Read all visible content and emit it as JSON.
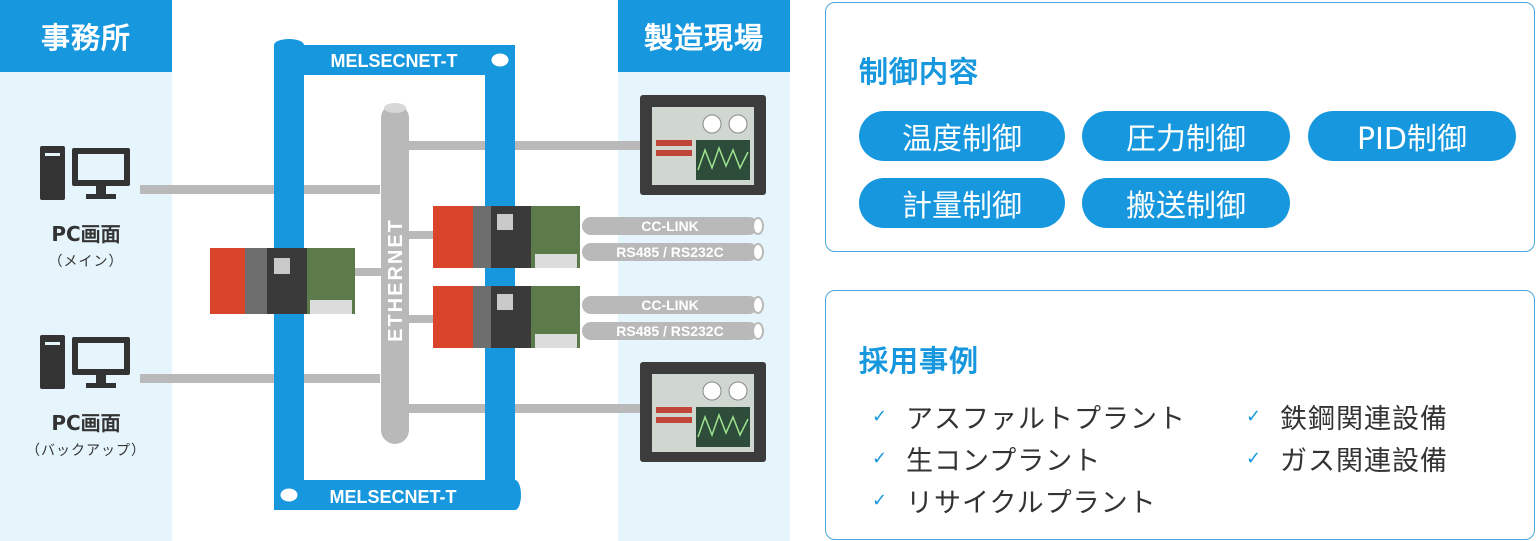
{
  "office": {
    "title": "事務所",
    "pcs": [
      {
        "label": "PC画面",
        "sub": "（メイン）"
      },
      {
        "label": "PC画面",
        "sub": "（バックアップ）"
      }
    ]
  },
  "field": {
    "title": "製造現場"
  },
  "network": {
    "melsecnet_top": "MELSECNET-T",
    "melsecnet_bottom": "MELSECNET-T",
    "ethernet": "ETHERNET",
    "cclink_1": "CC-LINK",
    "rs_1": "RS485 / RS232C",
    "cclink_2": "CC-LINK",
    "rs_2": "RS485 / RS232C"
  },
  "control": {
    "title": "制御内容",
    "items": [
      "温度制御",
      "圧力制御",
      "PID制御",
      "計量制御",
      "搬送制御"
    ]
  },
  "cases": {
    "title": "採用事例",
    "left": [
      "アスファルトプラント",
      "生コンプラント",
      "リサイクルプラント"
    ],
    "right": [
      "鉄鋼関連設備",
      "ガス関連設備"
    ]
  },
  "colors": {
    "accent": "#1797dd",
    "column_bg": "#e6f5fc",
    "cable": "#b9b9b9",
    "plc_red": "#d9442b"
  }
}
